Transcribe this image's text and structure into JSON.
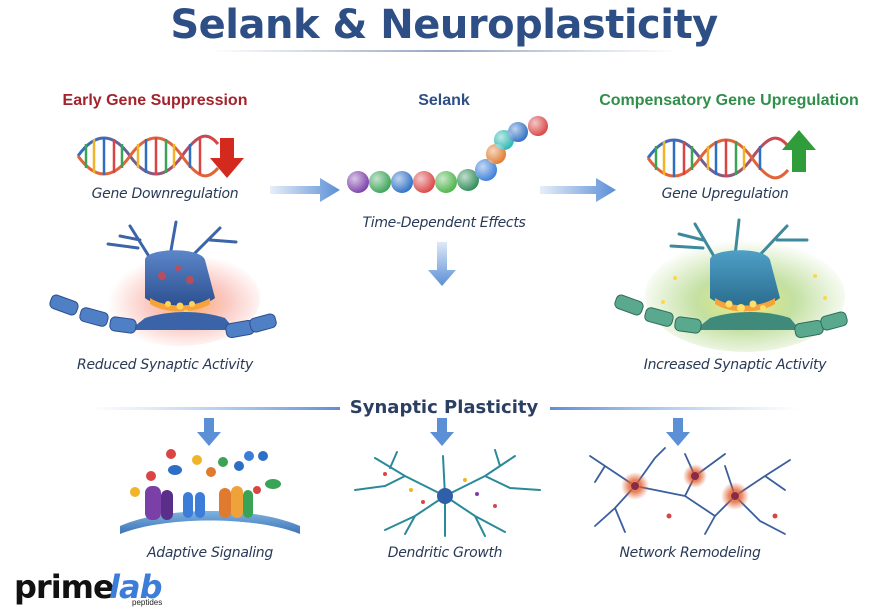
{
  "title": "Selank & Neuroplasticity",
  "columns": {
    "left": {
      "heading": "Early Gene Suppression",
      "heading_color": "#a3222b",
      "gene_caption": "Gene Downregulation",
      "synapse_caption": "Reduced Synaptic Activity",
      "arrow_icon": "red-down-arrow-icon"
    },
    "center": {
      "heading": "Selank",
      "heading_color": "#2e4f86",
      "caption": "Time-Dependent Effects"
    },
    "right": {
      "heading": "Compensatory Gene Upregulation",
      "heading_color": "#2f8f4a",
      "gene_caption": "Gene Upregulation",
      "synapse_caption": "Increased Synaptic Activity",
      "arrow_icon": "green-up-arrow-icon"
    }
  },
  "synaptic_plasticity": {
    "label": "Synaptic Plasticity",
    "outcomes": [
      {
        "caption": "Adaptive Signaling"
      },
      {
        "caption": "Dendritic Growth"
      },
      {
        "caption": "Network Remodeling"
      }
    ]
  },
  "logo": {
    "prime": "prime",
    "lab": "lab",
    "sub": "peptides"
  },
  "colors": {
    "accent_blue": "#2e4f86",
    "arrow_blue": "#5b8fd6",
    "suppression_red": "#a3222b",
    "upregulation_green": "#2f8f4a"
  }
}
